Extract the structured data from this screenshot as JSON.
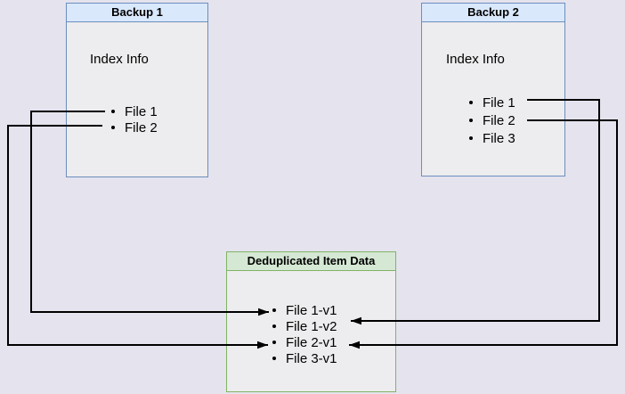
{
  "backup1": {
    "title": "Backup 1",
    "subtitle": "Index Info",
    "items": [
      "File 1",
      "File 2"
    ]
  },
  "backup2": {
    "title": "Backup 2",
    "subtitle": "Index Info",
    "items": [
      "File 1",
      "File 2",
      "File 3"
    ]
  },
  "dedup": {
    "title": "Deduplicated Item Data",
    "items": [
      "File 1-v1",
      "File 1-v2",
      "File 2-v1",
      "File 3-v1"
    ]
  },
  "connections": [
    {
      "from": "Backup 1 / File 1",
      "to": "File 1-v1"
    },
    {
      "from": "Backup 1 / File 2",
      "to": "File 2-v1"
    },
    {
      "from": "Backup 2 / File 1",
      "to": "File 1-v2"
    },
    {
      "from": "Backup 2 / File 2",
      "to": "File 2-v1"
    }
  ],
  "colors": {
    "canvas_bg": "#e4e3ee",
    "box_bg": "#edecee",
    "blue_border": "#6c8ebf",
    "blue_title_bg": "#dae8fc",
    "green_border": "#82b366",
    "green_title_bg": "#d5e8d4",
    "wire": "#000000"
  }
}
